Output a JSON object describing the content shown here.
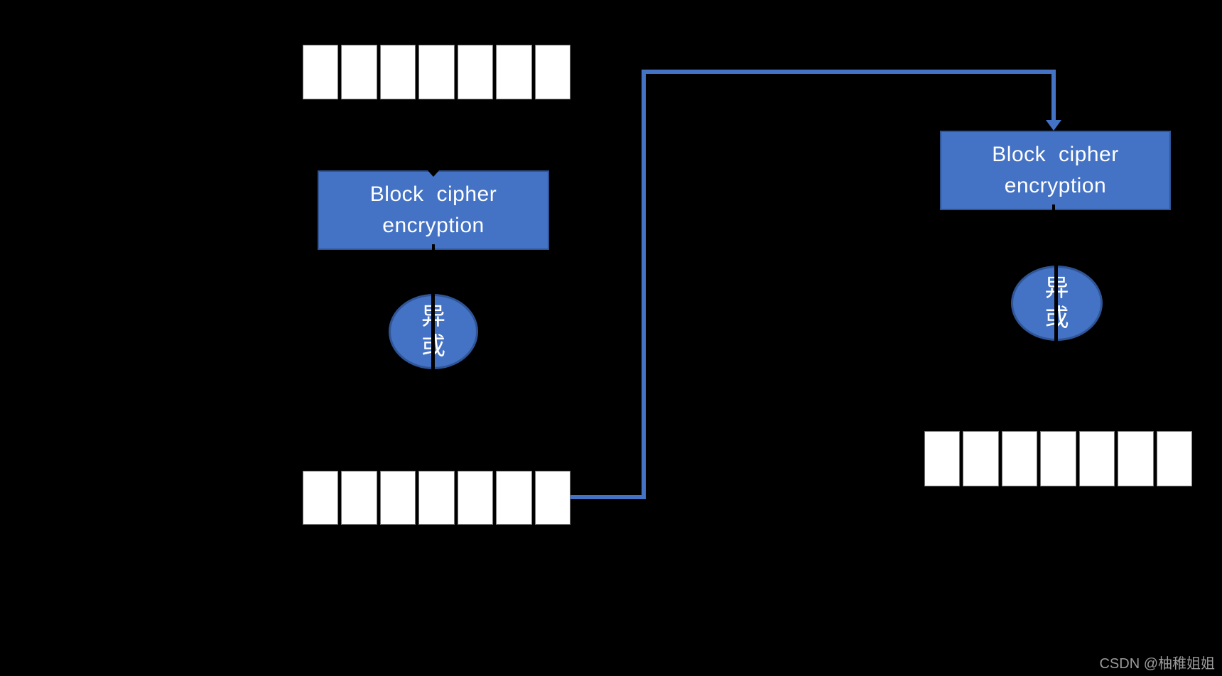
{
  "colors": {
    "background": "#000000",
    "shape_fill": "#4472C4",
    "shape_border": "#2F5597",
    "connector": "#4472C4",
    "text_color": "#FFFFFF",
    "cell_fill": "#FFFFFF",
    "cell_border": "#777777",
    "hidden_ink": "#000000",
    "watermark_color": "#9B9B9B"
  },
  "diagram": {
    "left_stage": {
      "input_register": {
        "cells": 7
      },
      "cipher_box": {
        "label_line1": "Block cipher",
        "label_line2": "encryption"
      },
      "xor": {
        "label": "异或"
      },
      "output_register": {
        "cells": 7
      }
    },
    "right_stage": {
      "cipher_box": {
        "label_line1": "Block cipher",
        "label_line2": "encryption"
      },
      "xor": {
        "label": "异或"
      },
      "output_register": {
        "cells": 7
      }
    },
    "watermark": "CSDN @柚稚姐姐"
  }
}
